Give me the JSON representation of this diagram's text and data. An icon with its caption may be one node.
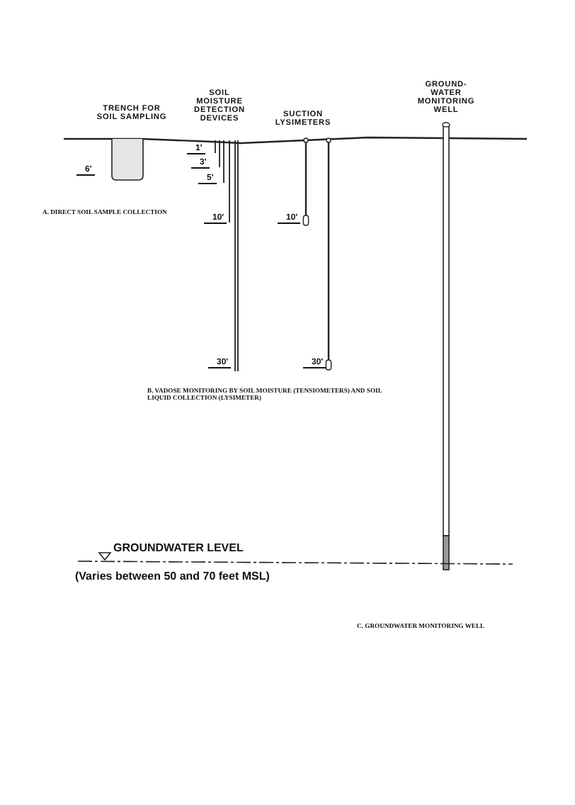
{
  "diagram": {
    "labels": [
      "TRENCH FOR SOIL SAMPLING",
      "SOIL MOISTURE DETECTION DEVICES",
      "SUCTION LYSIMETERS",
      "GROUND- WATER MONITORING WELL",
      "1'",
      "3'",
      "5'",
      "6'",
      "A. DIRECT SOIL SAMPLE COLLECTION",
      "10'",
      "10'",
      "30'",
      "30'",
      "B. VADOSE MONITORING BY SOIL MOISTURE (TENSIOMETERS) AND SOIL LIQUID COLLECTION (LYSIMETER)",
      "GROUNDWATER LEVEL",
      "(Varies between 50 and 70 feet MSL)",
      "C. GROUNDWATER MONITORING WELL"
    ]
  }
}
